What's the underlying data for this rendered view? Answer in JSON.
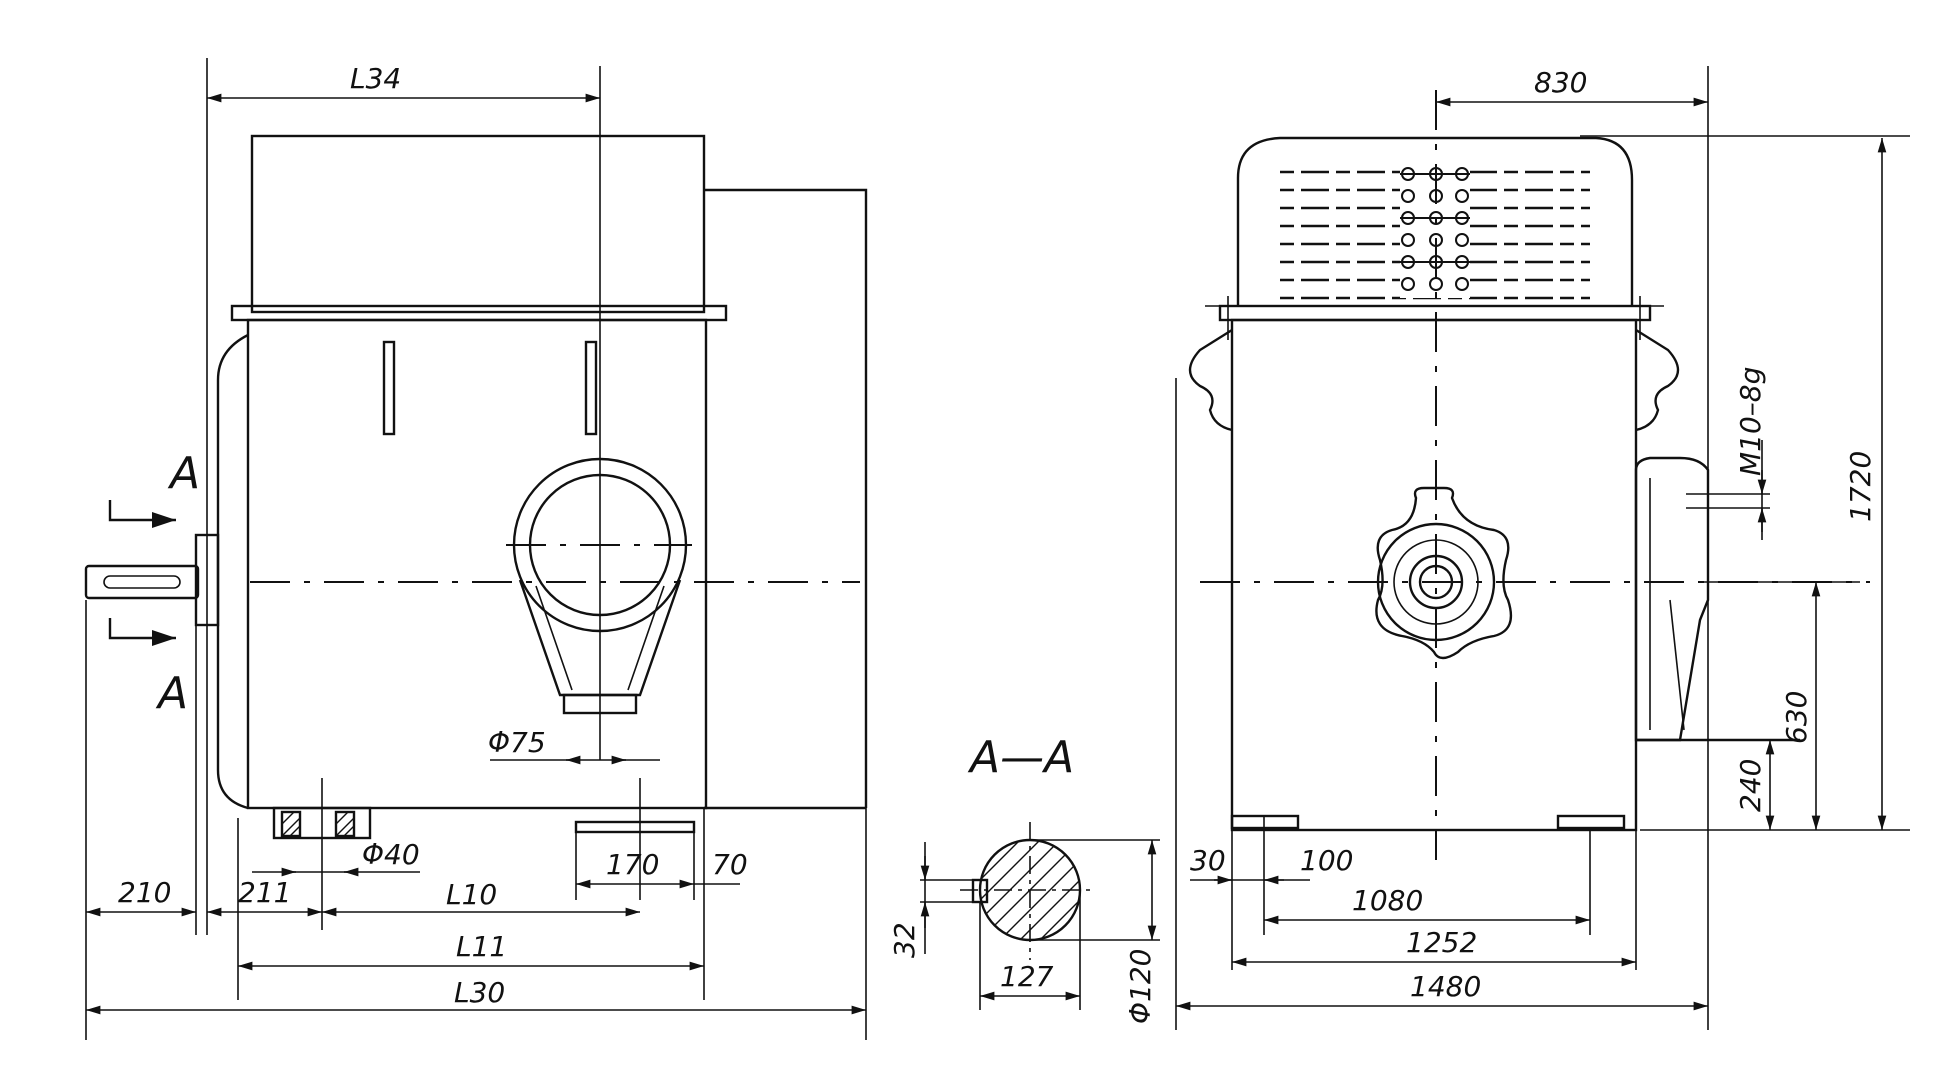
{
  "front_view": {
    "section_mark_top": "A",
    "section_mark_bottom": "A",
    "dim_l34": "L34",
    "dim_l10": "L10",
    "dim_l11": "L11",
    "dim_l30": "L30",
    "dim_210": "210",
    "dim_211": "211",
    "dim_170": "170",
    "dim_70": "70",
    "dim_phi75": "Φ75",
    "dim_phi40": "Φ40"
  },
  "section_view": {
    "title": "A—A",
    "dim_32": "32",
    "dim_127": "127",
    "dim_phi120": "Φ120"
  },
  "side_view": {
    "dim_830": "830",
    "dim_m10": "M10–8g",
    "dim_1720": "1720",
    "dim_630": "630",
    "dim_240": "240",
    "dim_30": "30",
    "dim_100": "100",
    "dim_1080": "1080",
    "dim_1252": "1252",
    "dim_1480": "1480"
  }
}
